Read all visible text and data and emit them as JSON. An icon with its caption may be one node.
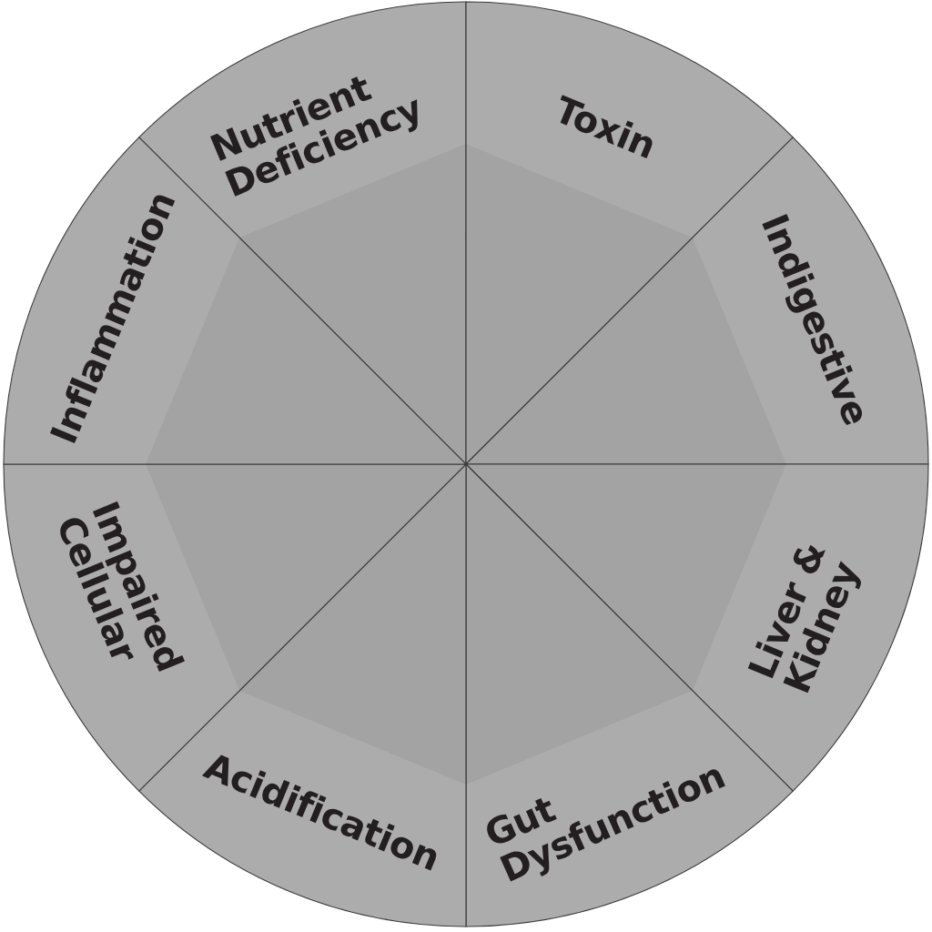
{
  "diagram": {
    "nodes": [
      {
        "text": [
          "Nutrient Deficiency"
        ]
      },
      {
        "text": [
          "Toxin"
        ]
      },
      {
        "text": [
          "Indigestive"
        ]
      },
      {
        "text": [
          "Liver & Kidney"
        ]
      },
      {
        "text": [
          "Gut Dysfunction"
        ]
      },
      {
        "text": [
          "Acidification"
        ]
      },
      {
        "text": [
          "Impaired Cellular"
        ]
      },
      {
        "text": [
          "Inflammation"
        ]
      }
    ]
  }
}
